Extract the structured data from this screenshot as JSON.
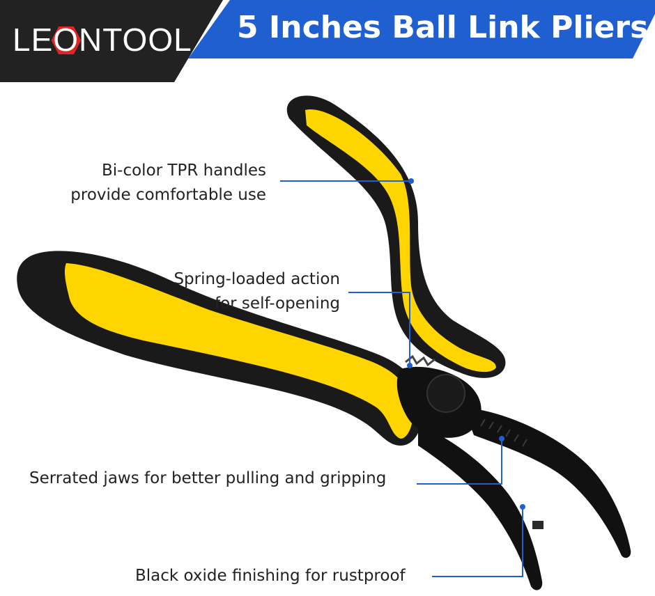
{
  "brand": {
    "name": "LEONTOOL"
  },
  "header": {
    "title": "5 Inches Ball Link Pliers"
  },
  "callouts": {
    "handles": {
      "line1": "Bi-color TPR handles",
      "line2": "provide comfortable use"
    },
    "spring": {
      "line1": "Spring-loaded action",
      "line2": "for self-opening"
    },
    "jaws": {
      "text": "Serrated jaws for better pulling and gripping"
    },
    "finish": {
      "text": "Black oxide finishing for rustproof"
    }
  },
  "colors": {
    "banner_dark": "#222222",
    "banner_blue": "#1f5fd0",
    "handle_yellow": "#ffd500",
    "handle_black": "#1a1a1a",
    "leader_blue": "#1f5fd0",
    "logo_red": "#e02424"
  }
}
